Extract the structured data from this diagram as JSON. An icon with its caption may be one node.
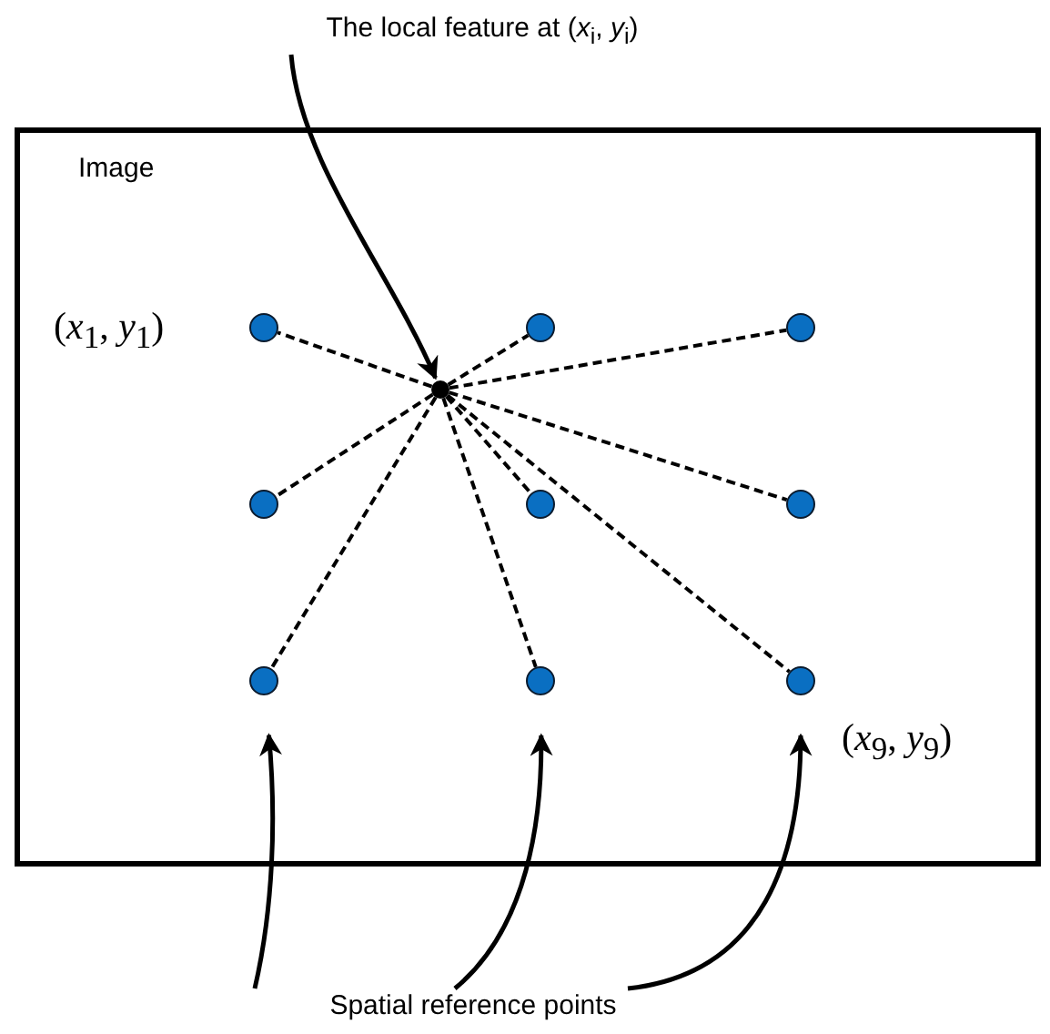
{
  "diagram": {
    "nodes": [
      {
        "text": [
          "The local feature at (*x*$_{i}$, *y*$_{i}$)"
        ]
      },
      {
        "text": [
          "Image"
        ]
      },
      {
        "text": [],
        "shape": "circle",
        "in": 1,
        "beside": [
          "(*x*$_{1}$, *y*$_{1}$)"
        ]
      },
      {
        "text": [],
        "shape": "circle",
        "in": 1
      },
      {
        "text": [],
        "shape": "circle",
        "in": 1
      },
      {
        "text": [],
        "shape": "circle",
        "in": 1
      },
      {
        "text": [],
        "shape": "circle",
        "in": 1
      },
      {
        "text": [],
        "shape": "circle",
        "in": 1
      },
      {
        "text": [],
        "shape": "circle",
        "in": 1
      },
      {
        "text": [],
        "shape": "circle",
        "in": 1
      },
      {
        "text": [],
        "shape": "circle",
        "in": 1,
        "beside": [
          "(*x*$_{9}$, *y*$_{9}$)"
        ]
      },
      {
        "text": [],
        "shape": "circle",
        "in": 1
      },
      {
        "text": [
          "Spatial reference points"
        ]
      }
    ],
    "edges": [
      {
        "from": 0,
        "to": 11,
        "arrow": "to"
      },
      {
        "from": 11,
        "to": 2,
        "arrow": "none",
        "style": "dashed"
      },
      {
        "from": 11,
        "to": 3,
        "arrow": "none",
        "style": "dashed"
      },
      {
        "from": 11,
        "to": 4,
        "arrow": "none",
        "style": "dashed"
      },
      {
        "from": 11,
        "to": 5,
        "arrow": "none",
        "style": "dashed"
      },
      {
        "from": 11,
        "to": 6,
        "arrow": "none",
        "style": "dashed"
      },
      {
        "from": 11,
        "to": 7,
        "arrow": "none",
        "style": "dashed"
      },
      {
        "from": 11,
        "to": 8,
        "arrow": "none",
        "style": "dashed"
      },
      {
        "from": 11,
        "to": 9,
        "arrow": "none",
        "style": "dashed"
      },
      {
        "from": 11,
        "to": 10,
        "arrow": "none",
        "style": "dashed"
      },
      {
        "from": 12,
        "to": 8,
        "arrow": "to"
      },
      {
        "from": 12,
        "to": 9,
        "arrow": "to"
      },
      {
        "from": 12,
        "to": 10,
        "arrow": "to"
      }
    ]
  }
}
